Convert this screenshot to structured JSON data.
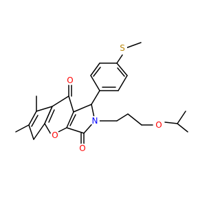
{
  "molecule": {
    "atoms": {
      "sulfur": "S",
      "oxygen_ketone": "O",
      "oxygen_lactam": "O",
      "oxygen_ring": "O",
      "oxygen_ether": "O",
      "nitrogen": "N"
    },
    "colors": {
      "bond": "#000000",
      "carbon_text": "#000000",
      "oxygen": "#ff0000",
      "nitrogen": "#0000ff",
      "sulfur": "#b8860b"
    }
  }
}
